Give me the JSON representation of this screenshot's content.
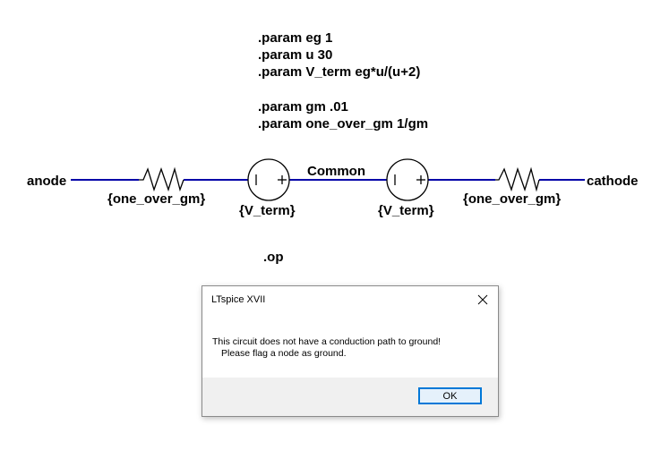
{
  "schematic": {
    "directives": [
      ".param eg 1",
      ".param u 30",
      ".param V_term eg*u/(u+2)",
      ".param gm .01",
      ".param one_over_gm 1/gm"
    ],
    "op_directive": ".op",
    "nets": {
      "anode": "anode",
      "common": "Common",
      "cathode": "cathode"
    },
    "components": {
      "r1_value": "{one_over_gm}",
      "v1_value": "{V_term}",
      "v2_value": "{V_term}",
      "r2_value": "{one_over_gm}"
    },
    "wire_color": "#0000a8"
  },
  "dialog": {
    "title": "LTspice XVII",
    "message_line1": "This circuit does not have a conduction path to ground!",
    "message_line2": "Please flag a node as ground.",
    "ok_label": "OK",
    "accent_color": "#0078d7"
  }
}
